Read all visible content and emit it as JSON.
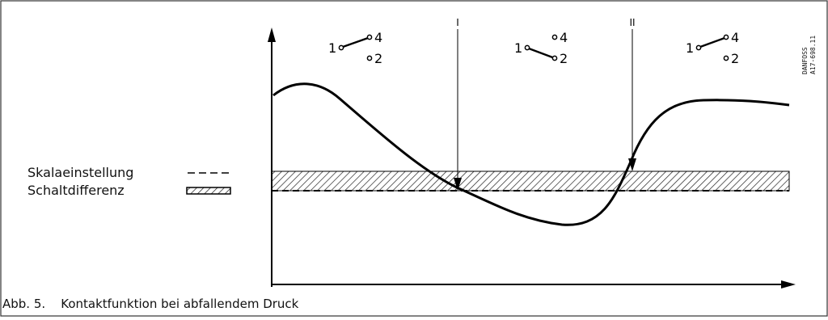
{
  "legend": {
    "scale_setting": "Skalaeinstellung",
    "differential": "Schaltdifferenz"
  },
  "markers": {
    "first": "I",
    "second": "II"
  },
  "contacts": {
    "terminal_1": "1",
    "terminal_2": "2",
    "terminal_4": "4"
  },
  "reference": {
    "line1": "DANFOSS",
    "line2": "A17-698.11"
  },
  "caption": {
    "number": "Abb. 5.",
    "text": "Kontaktfunktion bei abfallendem Druck"
  }
}
